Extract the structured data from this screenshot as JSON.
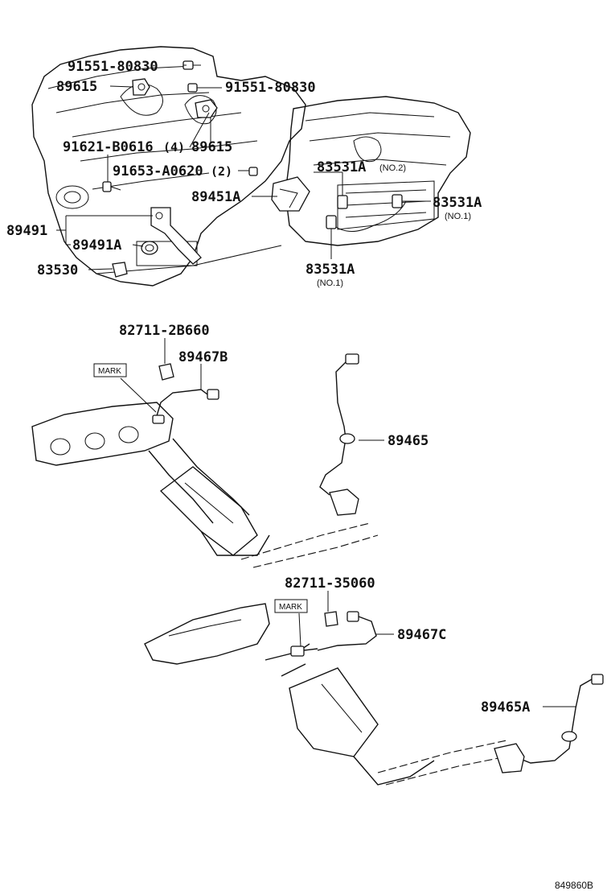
{
  "labels": {
    "p91551a": "91551-80830",
    "p89615a": "89615",
    "p91551b": "91551-80830",
    "p91621": "91621-B0616",
    "p91621_qty": "(4)",
    "p89615b": "89615",
    "p91653": "91653-A0620",
    "p91653_qty": "(2)",
    "p83531_no2": "83531A",
    "p83531_no2_note": "(NO.2)",
    "p89451": "89451A",
    "p83531_no1r": "83531A",
    "p83531_no1r_note": "(NO.1)",
    "p89491": "89491",
    "p89491a": "89491A",
    "p83530": "83530",
    "p83531_no1b": "83531A",
    "p83531_no1b_note": "(NO.1)",
    "p82711_2b660": "82711-2B660",
    "p89467b": "89467B",
    "mark1": "MARK",
    "p89465": "89465",
    "p82711_35060": "82711-35060",
    "mark2": "MARK",
    "p89467c": "89467C",
    "p89465a": "89465A",
    "drawing_code": "849860B"
  }
}
